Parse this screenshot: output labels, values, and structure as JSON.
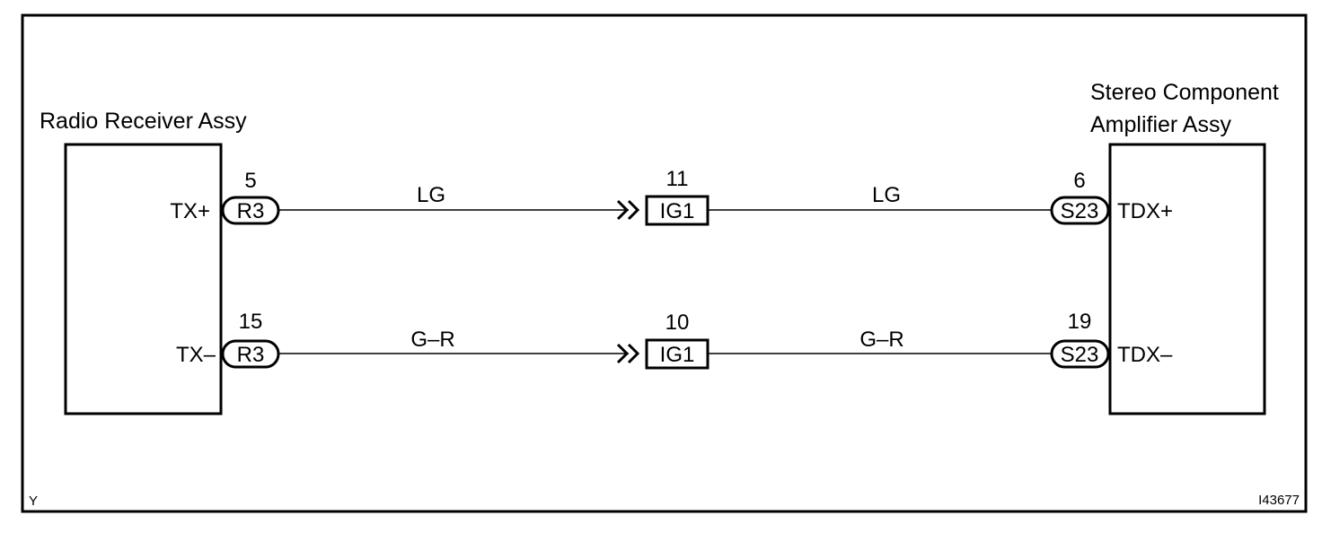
{
  "components": {
    "left": {
      "name": "Radio Receiver Assy"
    },
    "right": {
      "name_line1": "Stereo Component",
      "name_line2": "Amplifier Assy"
    }
  },
  "circuits": [
    {
      "left_pin": "TX+",
      "left_pin_no": "5",
      "left_connector": "R3",
      "wire_left": "LG",
      "junction_pin_no": "11",
      "junction": "IG1",
      "wire_right": "LG",
      "right_pin_no": "6",
      "right_connector": "S23",
      "right_pin": "TDX+"
    },
    {
      "left_pin": "TX–",
      "left_pin_no": "15",
      "left_connector": "R3",
      "wire_left": "G–R",
      "junction_pin_no": "10",
      "junction": "IG1",
      "wire_right": "G–R",
      "right_pin_no": "19",
      "right_connector": "S23",
      "right_pin": "TDX–"
    }
  ],
  "footer": {
    "corner_left": "Y",
    "figure_id": "I43677"
  }
}
